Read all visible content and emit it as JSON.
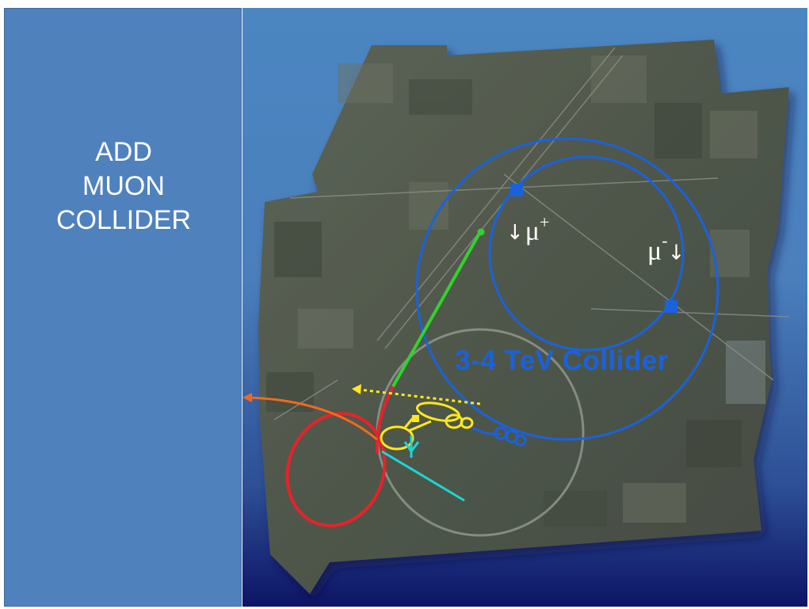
{
  "slide": {
    "title_lines": [
      "ADD",
      "MUON",
      "COLLIDER"
    ]
  },
  "map": {
    "collider_label": "3-4 TeV Collider",
    "mu_plus": {
      "symbol": "μ",
      "charge": "+",
      "arrow": "↓"
    },
    "mu_minus": {
      "symbol": "μ",
      "charge": "-",
      "arrow": "↓"
    }
  },
  "colors": {
    "left_panel": "#4f81bd",
    "collider_ring": "#1a62dc",
    "booster_ring": "#e8222a",
    "linac": "#32d22c",
    "transfer_line": "#f06a1d",
    "front_end": "#ffe91a",
    "target_line": "#1fd3d6",
    "dashed_arrow": "#ffe91a"
  }
}
